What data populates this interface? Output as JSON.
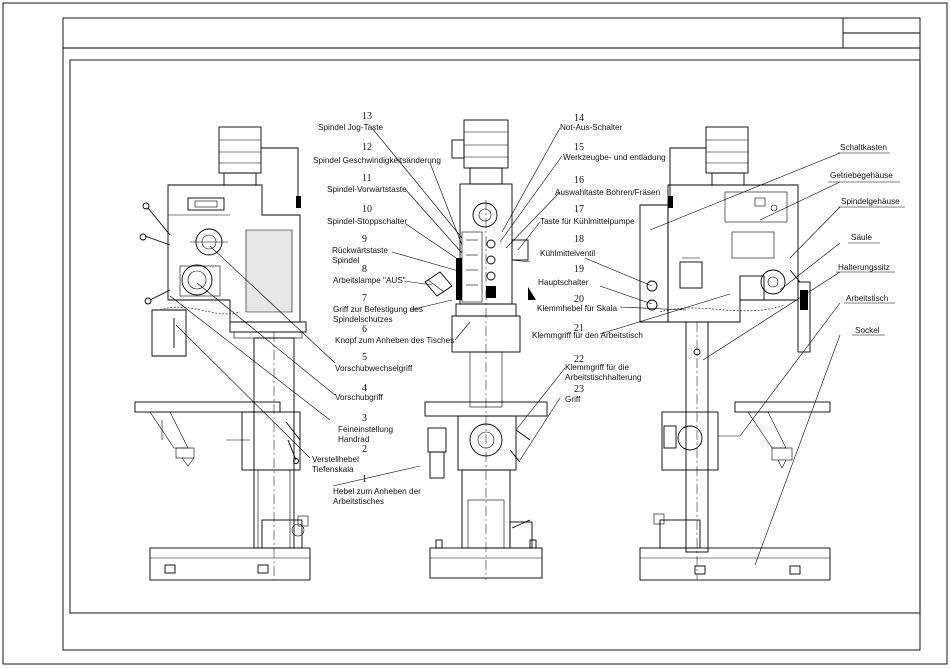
{
  "drawing": {
    "callouts": [
      {
        "num": "1",
        "label": "Hebel zum Anheben der",
        "label2": "Arbeitstisches"
      },
      {
        "num": "2",
        "label": "Verstellhebel",
        "label2": "Tiefenskala"
      },
      {
        "num": "3",
        "label": "Feineinstellung",
        "label2": "Handrad"
      },
      {
        "num": "4",
        "label": "Vorschubgriff",
        "label2": ""
      },
      {
        "num": "5",
        "label": "Vorschubwechselgriff",
        "label2": ""
      },
      {
        "num": "6",
        "label": "Knopf zum Anheben des Tisches",
        "label2": ""
      },
      {
        "num": "7",
        "label": "Griff zur Befestigung des",
        "label2": "Spindelschutzes"
      },
      {
        "num": "8",
        "label": "Arbeitslampe \"AUS\"",
        "label2": ""
      },
      {
        "num": "9",
        "label": "Rückwärtstaste",
        "label2": "Spindel"
      },
      {
        "num": "10",
        "label": "Spindel-Stoppschalter",
        "label2": ""
      },
      {
        "num": "11",
        "label": "Spindel-Vorwärtstaste",
        "label2": ""
      },
      {
        "num": "12",
        "label": "Spindel Geschwindigkeitsänderung",
        "label2": ""
      },
      {
        "num": "13",
        "label": "Spindel Jog-Taste",
        "label2": ""
      },
      {
        "num": "14",
        "label": "Not-Aus-Schalter",
        "label2": ""
      },
      {
        "num": "15",
        "label": "Werkzeugbe- und entladung",
        "label2": ""
      },
      {
        "num": "16",
        "label": "Auswahltaste Bohren/Fräsen",
        "label2": ""
      },
      {
        "num": "17",
        "label": "Taste für Kühlmittelpumpe",
        "label2": ""
      },
      {
        "num": "18",
        "label": "Kühlmittelventil",
        "label2": ""
      },
      {
        "num": "19",
        "label": "Hauptschalter",
        "label2": ""
      },
      {
        "num": "20",
        "label": "Klemmhebel für Skala",
        "label2": ""
      },
      {
        "num": "21",
        "label": "Klemmgriff für den Arbeitstisch",
        "label2": ""
      },
      {
        "num": "22",
        "label": "Klemmgriff für die",
        "label2": "Arbeitstischhalterung"
      },
      {
        "num": "23",
        "label": "Griff",
        "label2": ""
      }
    ],
    "parts": [
      {
        "label": "Schaltkasten"
      },
      {
        "label": "Getriebegehäuse"
      },
      {
        "label": "Spindelgehäuse"
      },
      {
        "label": "Säule"
      },
      {
        "label": "Halterungssitz"
      },
      {
        "label": "Arbeitstisch"
      },
      {
        "label": "Sockel"
      }
    ]
  }
}
